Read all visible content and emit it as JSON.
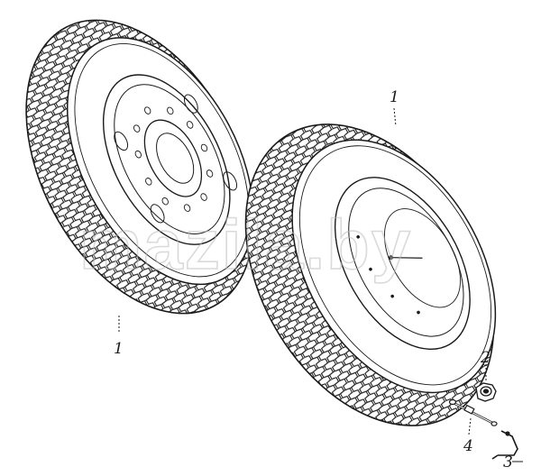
{
  "diagram": {
    "watermark": "mazila.by",
    "callouts": [
      {
        "id": "left-tire",
        "label": "1"
      },
      {
        "id": "right-tire",
        "label": "1"
      },
      {
        "id": "nut",
        "label": "2"
      },
      {
        "id": "clamp",
        "label": "3"
      },
      {
        "id": "valve",
        "label": "4"
      }
    ]
  },
  "colors": {
    "line": "#1a1a1a",
    "paper": "#ffffff",
    "watermark": "#bcbcbc"
  }
}
